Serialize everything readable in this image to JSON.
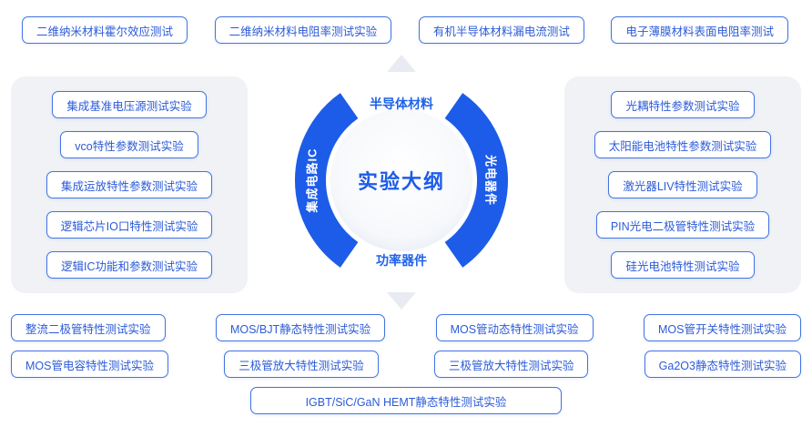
{
  "top_row": [
    "二维纳米材料霍尔效应测试",
    "二维纳米材料电阻率测试实验",
    "有机半导体材料漏电流测试",
    "电子薄膜材料表面电阻率测试"
  ],
  "left_panel": [
    "集成基准电压源测试实验",
    "vco特性参数测试实验",
    "集成运放特性参数测试实验",
    "逻辑芯片IO口特性测试实验",
    "逻辑IC功能和参数测试实验"
  ],
  "right_panel": [
    "光耦特性参数测试实验",
    "太阳能电池特性参数测试实验",
    "激光器LIV特性测试实验",
    "PIN光电二极管特性测试实验",
    "硅光电池特性测试实验"
  ],
  "center": {
    "title": "实验大纲",
    "top_label": "半导体材料",
    "bottom_label": "功率器件",
    "left_arc_label": "集成电路IC",
    "right_arc_label": "光电器件"
  },
  "bottom_row_1": [
    "整流二极管特性测试实验",
    "MOS/BJT静态特性测试实验",
    "MOS管动态特性测试实验",
    "MOS管开关特性测试实验"
  ],
  "bottom_row_2": [
    "MOS管电容特性测试实验",
    "三极管放大特性测试实验",
    "三极管放大特性测试实验",
    "Ga2O3静态特性测试实验"
  ],
  "bottom_row_3": [
    "IGBT/SiC/GaN HEMT静态特性测试实验"
  ],
  "colors": {
    "accent_border": "#4173e4",
    "box_text": "#2c5bd8",
    "arc_blue": "#1d5ce8",
    "panel_bg": "#f0f2f5",
    "arrow_gray": "#e8ecf2"
  }
}
